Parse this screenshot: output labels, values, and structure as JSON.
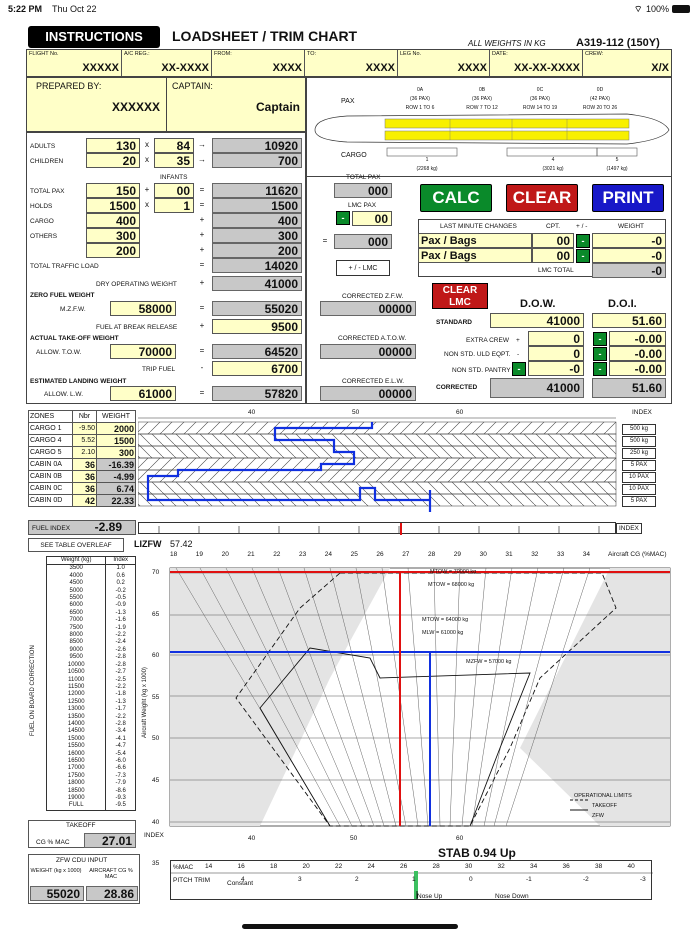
{
  "status": {
    "time": "5:22 PM",
    "date": "Thu Oct 22",
    "battery": "100%"
  },
  "header": {
    "instructions": "INSTRUCTIONS",
    "title": "LOADSHEET / TRIM CHART",
    "weights_note": "ALL WEIGHTS IN KG",
    "aircraft": "A319-112 (150Y)"
  },
  "flight": [
    {
      "h": "FLIGHT No.",
      "v": "XXXXX"
    },
    {
      "h": "A/C REG.:",
      "v": "XX-XXXX"
    },
    {
      "h": "FROM:",
      "v": "XXXX"
    },
    {
      "h": "TO:",
      "v": "XXXX"
    },
    {
      "h": "LEG No.",
      "v": "XXXX"
    },
    {
      "h": "DATE:",
      "v": "XX-XX-XXXX"
    },
    {
      "h": "CREW:",
      "v": "X/X"
    }
  ],
  "prepared_by": {
    "label": "PREPARED BY:",
    "value": "XXXXXX"
  },
  "captain": {
    "label": "CAPTAIN:",
    "value": "Captain"
  },
  "pax_diagram": {
    "pax": "PAX",
    "cargo": "CARGO",
    "sections": [
      {
        "id": "0A",
        "pax": "(36 PAX)",
        "rows": "ROW 1 TO 6"
      },
      {
        "id": "0B",
        "pax": "(36 PAX)",
        "rows": "ROW 7 TO 12"
      },
      {
        "id": "0C",
        "pax": "(36 PAX)",
        "rows": "ROW 14 TO 19"
      },
      {
        "id": "0D",
        "pax": "(42 PAX)",
        "rows": "ROW 20 TO 26"
      }
    ],
    "holds": [
      {
        "id": "1",
        "kg": "(2268 kg)"
      },
      {
        "id": "4",
        "kg": "(3021 kg)"
      },
      {
        "id": "5",
        "kg": "(1497 kg)"
      }
    ]
  },
  "loads": {
    "adults": {
      "label": "ADULTS",
      "count": "130",
      "weight": "84",
      "total": "10920"
    },
    "children": {
      "label": "CHILDREN",
      "count": "20",
      "weight": "35",
      "total": "700"
    },
    "infants_label": "INFANTS",
    "total_pax": {
      "label": "TOTAL PAX",
      "count": "150",
      "infants": "00",
      "total": "11620"
    },
    "holds": {
      "label": "HOLDS",
      "count": "1500",
      "mult": "1",
      "total": "1500"
    },
    "cargo": {
      "label": "CARGO",
      "value": "400",
      "total": "400"
    },
    "others": {
      "label": "OTHERS",
      "value": "300",
      "total": "300"
    },
    "extra": {
      "value": "200",
      "total": "200"
    },
    "ttl": {
      "label": "TOTAL TRAFFIC LOAD",
      "total": "14020"
    },
    "dow": {
      "label": "DRY OPERATING WEIGHT",
      "total": "41000"
    },
    "zfw": {
      "label": "ZERO FUEL WEIGHT",
      "sub": "M.Z.F.W.",
      "max": "58000",
      "total": "55020"
    },
    "fuel_brake": {
      "label": "FUEL AT BREAK RELEASE",
      "value": "9500"
    },
    "tow": {
      "label": "ACTUAL TAKE-OFF WEIGHT",
      "sub": "ALLOW. T.O.W.",
      "max": "70000",
      "total": "64520"
    },
    "trip": {
      "label": "TRIP FUEL",
      "value": "6700"
    },
    "lw": {
      "label": "ESTIMATED LANDING WEIGHT",
      "sub": "ALLOW. L.W.",
      "max": "61000",
      "total": "57820"
    }
  },
  "middle": {
    "total_pax_label": "TOTAL PAX",
    "total_pax": "000",
    "lmc_pax_label": "LMC PAX",
    "lmc_pax": "00",
    "lmc_total": "000",
    "lmc_btn": "+ / - LMC",
    "czfw_label": "CORRECTED Z.F.W.",
    "czfw": "00000",
    "catow_label": "CORRECTED A.T.O.W.",
    "catow": "00000",
    "celw_label": "CORRECTED E.L.W.",
    "celw": "00000"
  },
  "buttons": {
    "calc": "CALC",
    "clear": "CLEAR",
    "print": "PRINT",
    "clear_lmc_1": "CLEAR",
    "clear_lmc_2": "LMC"
  },
  "lmc": {
    "h1": "LAST MINUTE CHANGES",
    "h2": "CPT.",
    "h3": "+ / -",
    "h4": "WEIGHT",
    "rows": [
      {
        "name": "Pax / Bags",
        "cpt": "00",
        "w": "-0"
      },
      {
        "name": "Pax / Bags",
        "cpt": "00",
        "w": "-0"
      }
    ],
    "total_label": "LMC TOTAL",
    "total": "-0"
  },
  "dow_doi": {
    "dow_h": "D.O.W.",
    "doi_h": "D.O.I.",
    "standard_label": "STANDARD",
    "dow": "41000",
    "doi": "51.60",
    "rows": [
      {
        "label": "EXTRA CREW",
        "sign": "+",
        "w": "0",
        "i": "-0.00"
      },
      {
        "label": "NON STD. ULD EQPT.",
        "sign": "-",
        "w": "0",
        "i": "-0.00"
      },
      {
        "label": "NON STD. PANTRY",
        "sign": "",
        "w": "-0",
        "i": "-0.00"
      }
    ],
    "corrected_label": "CORRECTED",
    "cdow": "41000",
    "cdoi": "51.60"
  },
  "zones": {
    "h1": "ZONES",
    "h2": "Nbr",
    "h3": "WEIGHT",
    "rows": [
      {
        "z": "CARGO 1",
        "n": "-9.50",
        "w": "2000"
      },
      {
        "z": "CARGO 4",
        "n": "5.52",
        "w": "1500"
      },
      {
        "z": "CARGO 5",
        "n": "2.10",
        "w": "300"
      },
      {
        "z": "CABIN 0A",
        "n": "36",
        "w": "-16.39"
      },
      {
        "z": "CABIN 0B",
        "n": "36",
        "w": "-4.99"
      },
      {
        "z": "CABIN 0C",
        "n": "36",
        "w": "6.74"
      },
      {
        "z": "CABIN 0D",
        "n": "42",
        "w": "22.33"
      }
    ],
    "scale_labels": [
      "500 kg",
      "500 kg",
      "250 kg",
      "5 PAX",
      "10 PAX",
      "10 PAX",
      "5 PAX"
    ],
    "index_ticks": [
      "40",
      "50",
      "60"
    ],
    "index_label": "INDEX"
  },
  "fuel_index": {
    "label": "FUEL INDEX",
    "value": "-2.89",
    "index_label": "INDEX"
  },
  "table_overleaf": "SEE TABLE OVERLEAF",
  "lizfw": {
    "label": "LIZFW",
    "value": "57.42"
  },
  "fuel_table": {
    "side_label": "FUEL ON BOARD CORRECTION",
    "h1": "Weight (kg)",
    "h2": "Index",
    "rows": [
      [
        "3500",
        "1.0"
      ],
      [
        "4000",
        "0.6"
      ],
      [
        "4500",
        "0.2"
      ],
      [
        "5000",
        "-0.2"
      ],
      [
        "5500",
        "-0.5"
      ],
      [
        "6000",
        "-0.9"
      ],
      [
        "6500",
        "-1.3"
      ],
      [
        "7000",
        "-1.6"
      ],
      [
        "7500",
        "-1.9"
      ],
      [
        "8000",
        "-2.2"
      ],
      [
        "8500",
        "-2.4"
      ],
      [
        "9000",
        "-2.6"
      ],
      [
        "9500",
        "-2.8"
      ],
      [
        "10000",
        "-2.8"
      ],
      [
        "10500",
        "-2.7"
      ],
      [
        "11000",
        "-2.5"
      ],
      [
        "11500",
        "-2.2"
      ],
      [
        "12000",
        "-1.8"
      ],
      [
        "12500",
        "-1.3"
      ],
      [
        "13000",
        "-1.7"
      ],
      [
        "13500",
        "-2.2"
      ],
      [
        "14000",
        "-2.8"
      ],
      [
        "14500",
        "-3.4"
      ],
      [
        "15000",
        "-4.1"
      ],
      [
        "15500",
        "-4.7"
      ],
      [
        "16000",
        "-5.4"
      ],
      [
        "16500",
        "-6.0"
      ],
      [
        "17000",
        "-6.6"
      ],
      [
        "17500",
        "-7.3"
      ],
      [
        "18000",
        "-7.9"
      ],
      [
        "18500",
        "-8.6"
      ],
      [
        "19000",
        "-9.3"
      ],
      [
        "FULL",
        "-9.5"
      ]
    ]
  },
  "takeoff": {
    "label": "TAKEOFF",
    "cg_label": "CG % MAC",
    "cg": "27.01"
  },
  "zfw_cdu": {
    "label": "ZFW CDU INPUT",
    "w_label": "WEIGHT (kg x 1000)",
    "cg_label": "AIRCRAFT CG % MAC",
    "w": "55020",
    "cg": "28.86"
  },
  "envelope": {
    "top_ticks": [
      "18",
      "19",
      "20",
      "21",
      "22",
      "23",
      "24",
      "25",
      "26",
      "27",
      "28",
      "29",
      "30",
      "31",
      "32",
      "33",
      "34"
    ],
    "top_label": "Aircraft CG (%MAC)",
    "y_label": "Aircraft Weight (kg x 1000)",
    "y_ticks": [
      "70",
      "65",
      "60",
      "55",
      "50",
      "45",
      "40",
      "35"
    ],
    "bottom_ticks": [
      "40",
      "50",
      "60"
    ],
    "index_label": "INDEX",
    "notes": [
      "MTOW = 70000 kg",
      "MTOW = 68000 kg",
      "MTOW = 64000 kg",
      "MLW = 61000 kg",
      "MZFW = 57000 kg"
    ],
    "legend": {
      "title": "OPERATIONAL LIMITS",
      "takeoff": "TAKEOFF",
      "zfw": "ZFW"
    }
  },
  "trim": {
    "stab_label": "STAB",
    "stab": "0.94",
    "dir": "Up",
    "mac_label": "%MAC",
    "pitch_label": "PITCH TRIM",
    "constant": "Constant",
    "nose_up": "Nose Up",
    "nose_down": "Nose Down",
    "mac_ticks": [
      "14",
      "16",
      "18",
      "20",
      "22",
      "24",
      "26",
      "28",
      "30",
      "32",
      "34",
      "36",
      "38",
      "40"
    ],
    "trim_ticks": [
      "4",
      "3",
      "2",
      "1",
      "0",
      "-1",
      "-2",
      "-3"
    ]
  },
  "colors": {
    "yellow": "#ffffc8",
    "grey": "#c8c8c8",
    "calc": "#0a8a2a",
    "clear": "#c01818",
    "print": "#1818c8",
    "blue": "#1030e0",
    "red": "#e01010"
  }
}
